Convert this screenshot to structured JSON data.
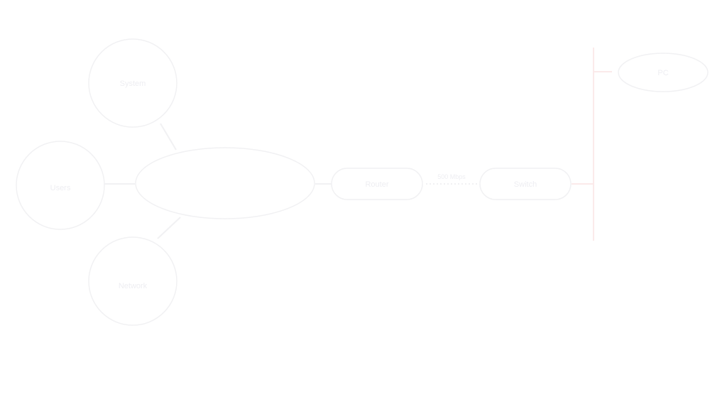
{
  "colors": {
    "background": "#ffffff",
    "outline": "#f1f1f3",
    "outline_soft": "#f3f3f5",
    "text": "#eeeef2",
    "accent_line": "#fbeaea"
  },
  "nodes": {
    "top_circle": {
      "label": "System"
    },
    "left_circle": {
      "label": "Users"
    },
    "bottom_circle": {
      "label": "Network"
    },
    "center_ellipse": {
      "label": ""
    },
    "pill_a": {
      "label": "Router"
    },
    "pill_b": {
      "label": "Switch"
    },
    "top_right_ellipse": {
      "label": "PC"
    }
  },
  "edges": {
    "dotted_label": "500 Mbps"
  }
}
